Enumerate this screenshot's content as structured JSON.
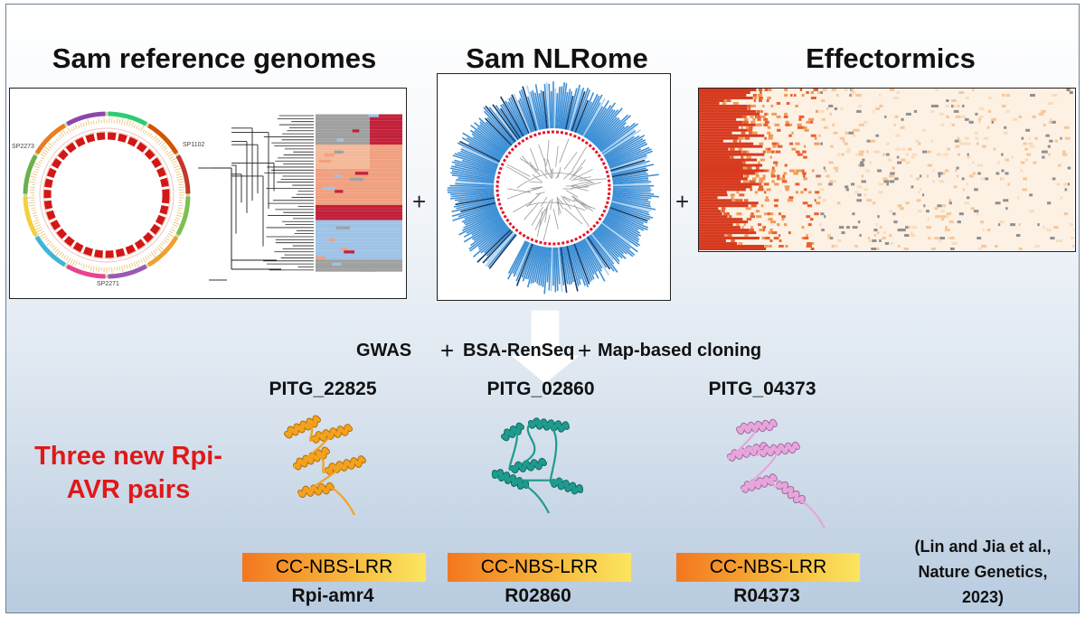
{
  "titles": {
    "genomes": "Sam reference genomes",
    "nlrome": "Sam NLRome",
    "effectormics": "Effectormics"
  },
  "plus_sign": "+",
  "genome_labels": {
    "left": "SP2273",
    "right": "SP1102",
    "bottom": "SP2271"
  },
  "methods": {
    "gwas": "GWAS",
    "plus": "+",
    "bsa": "BSA-RenSeq",
    "map": "Map-based cloning"
  },
  "headline": {
    "line1": "Three new Rpi-",
    "line2": "AVR pairs"
  },
  "pairs": [
    {
      "effector": "PITG_22825",
      "domain": "CC-NBS-LRR",
      "gene": "Rpi-amr4",
      "color": "#f2a21e"
    },
    {
      "effector": "PITG_02860",
      "domain": "CC-NBS-LRR",
      "gene": "R02860",
      "color": "#1f9a8e"
    },
    {
      "effector": "PITG_04373",
      "domain": "CC-NBS-LRR",
      "gene": "R04373",
      "color": "#e6a6dc"
    }
  ],
  "citation": {
    "line1": "(Lin and Jia et al.,",
    "line2": "Nature Genetics,",
    "line3": "2023)"
  },
  "colors": {
    "accent_red": "#e01818",
    "nlr_blue": "#3d8fd6",
    "heat_red": "#d73a1e",
    "heat_bg": "#fdf1e4"
  }
}
